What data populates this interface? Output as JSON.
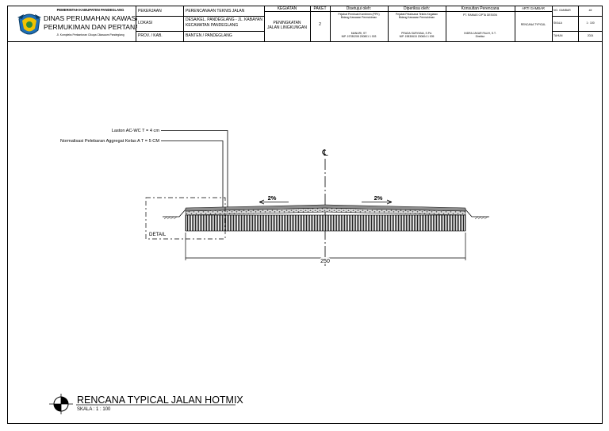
{
  "title_block": {
    "government": "PEMERINTAH KABUPATEN PANDEGLANG",
    "agency_line1": "DINAS PERUMAHAN KAWASAN",
    "agency_line2": "PERMUKIMAN DAN PERTANAHAN",
    "address": "Jl. Kompleks Perkantoran Cikupa Cikasaum Pandeglang",
    "pekerjaan_label": "PEKERJAAN",
    "pekerjaan_value": "PERENCANAAN TEKNIS JALAN",
    "lokasi_label": "LOKASI",
    "lokasi_value_line1": "DESA/KEL. PANDEGLANG - JL. KABAYAN",
    "lokasi_value_line2": "KECAMATAN PANDEGLANG",
    "prov_label": "PROV. / KAB.",
    "prov_value": "BANTEN / PANDEGLANG",
    "kegiatan_label": "KEGIATAN",
    "kegiatan_value_line1": "PENINGKATAN",
    "kegiatan_value_line2": "JALAN LINGKUNGAN",
    "paket_label": "PAKET",
    "paket_value": "2",
    "disetujui_label": "Disetujui oleh:",
    "disetujui_role_line1": "Pejabat Pembuat Komitmen (PPK)",
    "disetujui_role_line2": "Bidang Kawasan Permukiman",
    "disetujui_name": "MANURI, ST",
    "disetujui_nip": "NIP. 19780208 200801 1 003",
    "diperiksa_label": "Diperiksa oleh:",
    "diperiksa_role_line1": "Pejabat Pelaksana Teknis Kegiatan",
    "diperiksa_role_line2": "Bidang Kawasan Permukiman",
    "diperiksa_name": "PRADA SURYANA, S.Pd.",
    "diperiksa_nip": "NIP. 19830615 200604 1 005",
    "konsultan_label": "Konsultan Perencana",
    "konsultan_company": "PT. RAINAS CIPTA DESIGN",
    "konsultan_name": "INDRA JAKAR FALIH, S.T.",
    "konsultan_role": "Direktur",
    "gambar_label": "ARTI GAMBAR",
    "gambar_value": "RENCANA TYPICAL",
    "no_gambar_label": "NO. GAMBAR",
    "no_gambar_value": "##",
    "skala_label": "SKALA",
    "skala_value": "1 : 100",
    "tahun_label": "TAHUN",
    "tahun_value": "2024"
  },
  "drawing": {
    "label_laston": "Laston AC-WC T = 4 cm",
    "label_normalisasi": "Normalisasi Pelebaran Aggregat Kelas A T = 5 CM",
    "centerline_symbol": "℄",
    "slope_left": "2%",
    "slope_right": "2%",
    "detail_label": "DETAIL",
    "dimension_width": "250",
    "drawing_title": "RENCANA TYPICAL JALAN HOTMIX",
    "drawing_scale": "SKALA : 1 : 100"
  },
  "colors": {
    "line": "#000000",
    "pavement_fill": "#bdbdbd",
    "background": "#ffffff"
  }
}
